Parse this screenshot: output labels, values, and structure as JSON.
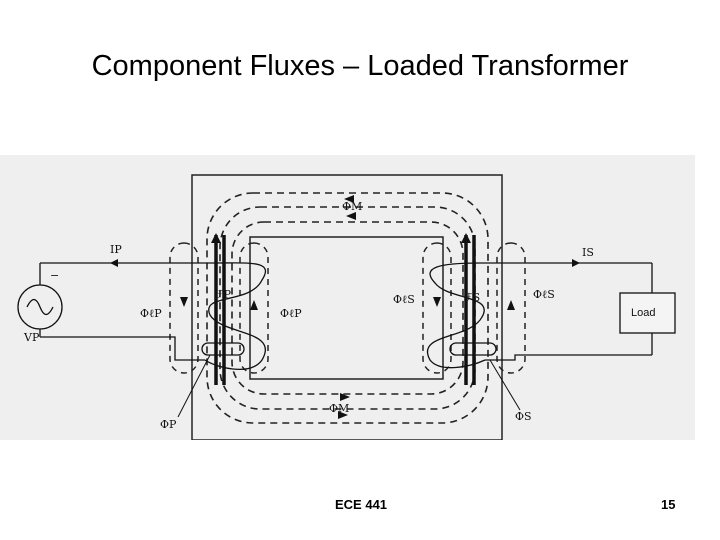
{
  "slide": {
    "title": "Component Fluxes – Loaded Transformer",
    "footer_center": "ECE 441",
    "page_number": "15"
  },
  "figure": {
    "labels": {
      "phi_M_top": "ΦM",
      "phi_M_bottom": "ΦM",
      "I_P": "IP",
      "I_S": "IS",
      "phi_lP_left": "ΦℓP",
      "phi_lP_inner": "ΦℓP",
      "phi_lS_inner": "ΦℓS",
      "phi_lS_right": "ΦℓS",
      "F_P": "ℱP",
      "F_S": "ℱS",
      "phi_P": "ΦP",
      "phi_S": "ΦS",
      "V_P": "VP",
      "minus": "−",
      "load": "Load"
    }
  }
}
